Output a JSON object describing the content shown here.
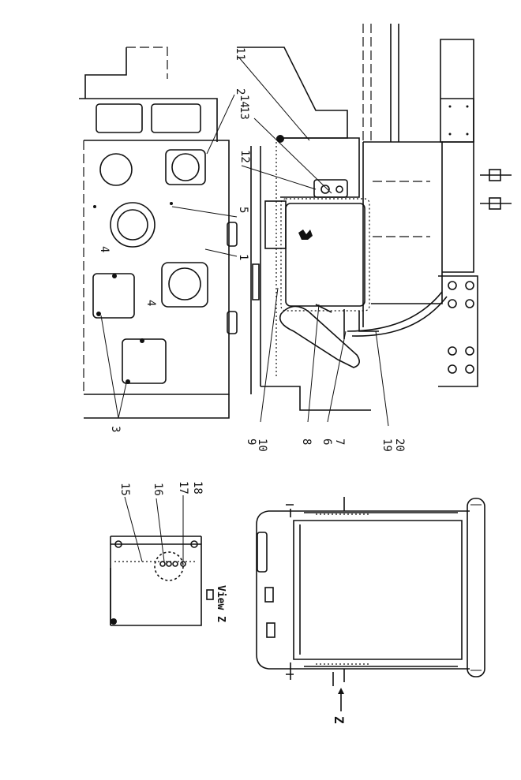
{
  "callouts": {
    "c1": "1",
    "c2": "2",
    "c3": "3",
    "c4a": "4",
    "c4b": "4",
    "c5": "5",
    "c6": "6",
    "c7": "7",
    "c8": "8",
    "c9": "9",
    "c10": "10",
    "c11": "11",
    "c12": "12",
    "c13": "13",
    "c14": "14",
    "c15": "15",
    "c16": "16",
    "c17": "17",
    "c18": "18",
    "c19": "19",
    "c20": "20"
  },
  "view_label": "View Z",
  "arrow_label": "Z"
}
